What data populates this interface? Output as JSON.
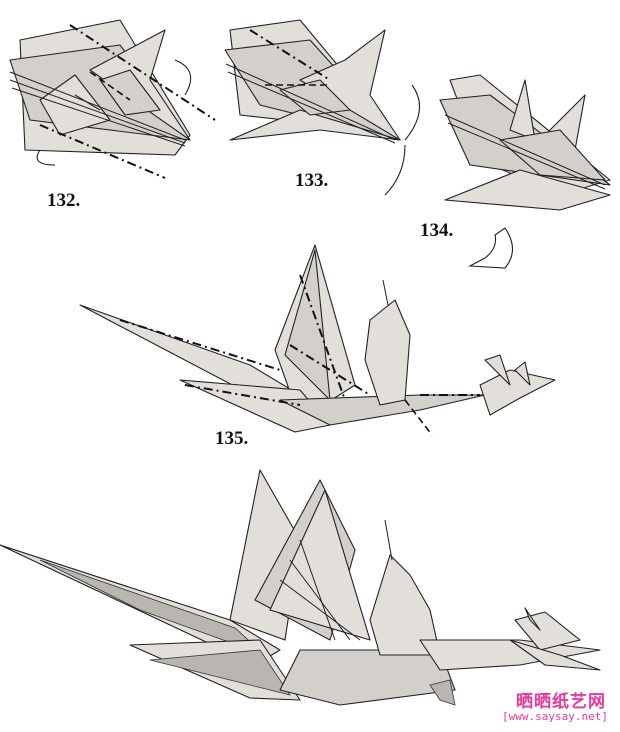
{
  "steps": [
    {
      "label": "132."
    },
    {
      "label": "133."
    },
    {
      "label": "134."
    },
    {
      "label": "135."
    }
  ],
  "watermark": {
    "brand": "晒晒纸艺网",
    "url": "[www.saysay.net]",
    "color": "#e8389a"
  }
}
